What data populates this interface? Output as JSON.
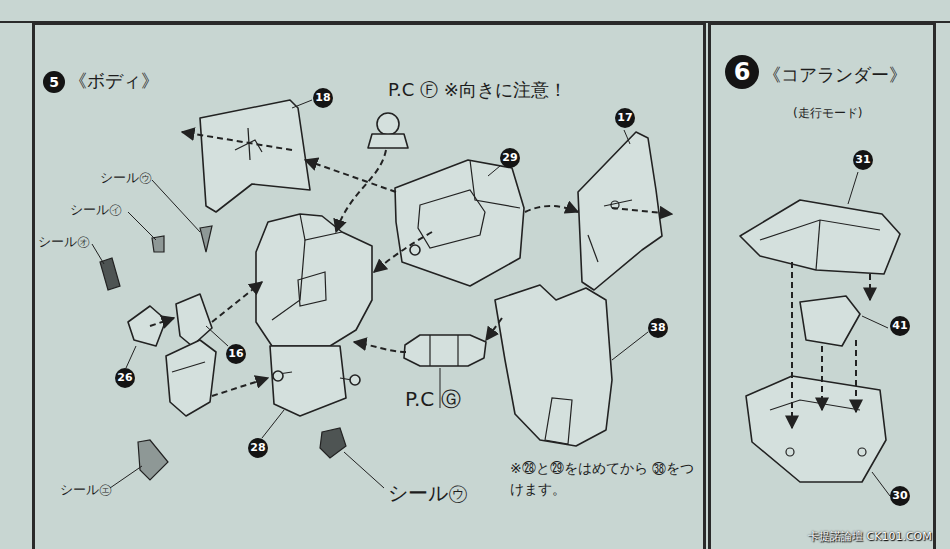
{
  "diagram": {
    "nodes": [
      {
        "text": [
          "5",
          "《ボディ》"
        ]
      },
      {
        "text": [
          "6",
          "《コアランダー》",
          "(走行モード)"
        ]
      }
    ],
    "labels": [
      "18",
      "P.C Ⓕ ※向きに注意！",
      "29",
      "17",
      "シール㋒",
      "シール㋑",
      "シール㋔",
      "16",
      "26",
      "28",
      "シール㋓",
      "シール㋒",
      "P.C Ⓖ",
      "38",
      "※㉘と㉙をはめてから ㊳をつけます。",
      "31",
      "41",
      "30",
      "卡提諾論壇 CK101.COM"
    ]
  }
}
